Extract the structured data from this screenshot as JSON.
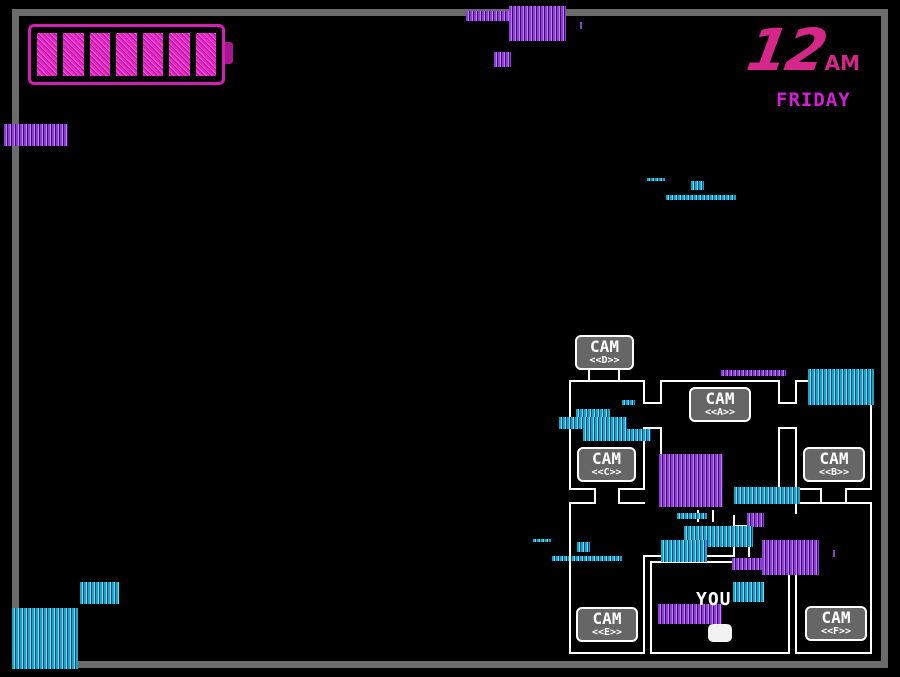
{
  "hud": {
    "battery": {
      "icon": "battery-icon",
      "bars_filled": 7,
      "bars_total": 7,
      "color": "#d21fb4"
    },
    "clock": {
      "hour": "12",
      "period": "AM",
      "day": "FRIDAY",
      "color": "#d7268a"
    }
  },
  "map": {
    "player_label": "YOU",
    "cameras": [
      {
        "id": "D",
        "title": "CAM",
        "sub": "<<D>>"
      },
      {
        "id": "A",
        "title": "CAM",
        "sub": "<<A>>"
      },
      {
        "id": "C",
        "title": "CAM",
        "sub": "<<C>>"
      },
      {
        "id": "B",
        "title": "CAM",
        "sub": "<<B>>"
      },
      {
        "id": "E",
        "title": "CAM",
        "sub": "<<E>>"
      },
      {
        "id": "F",
        "title": "CAM",
        "sub": "<<F>>"
      }
    ]
  },
  "colors": {
    "frame": "#6b6b6b",
    "static_purple": "#8a3fd0",
    "static_cyan": "#1fb8c8",
    "wall": "#ffffff",
    "cam_bg": "#666666"
  }
}
